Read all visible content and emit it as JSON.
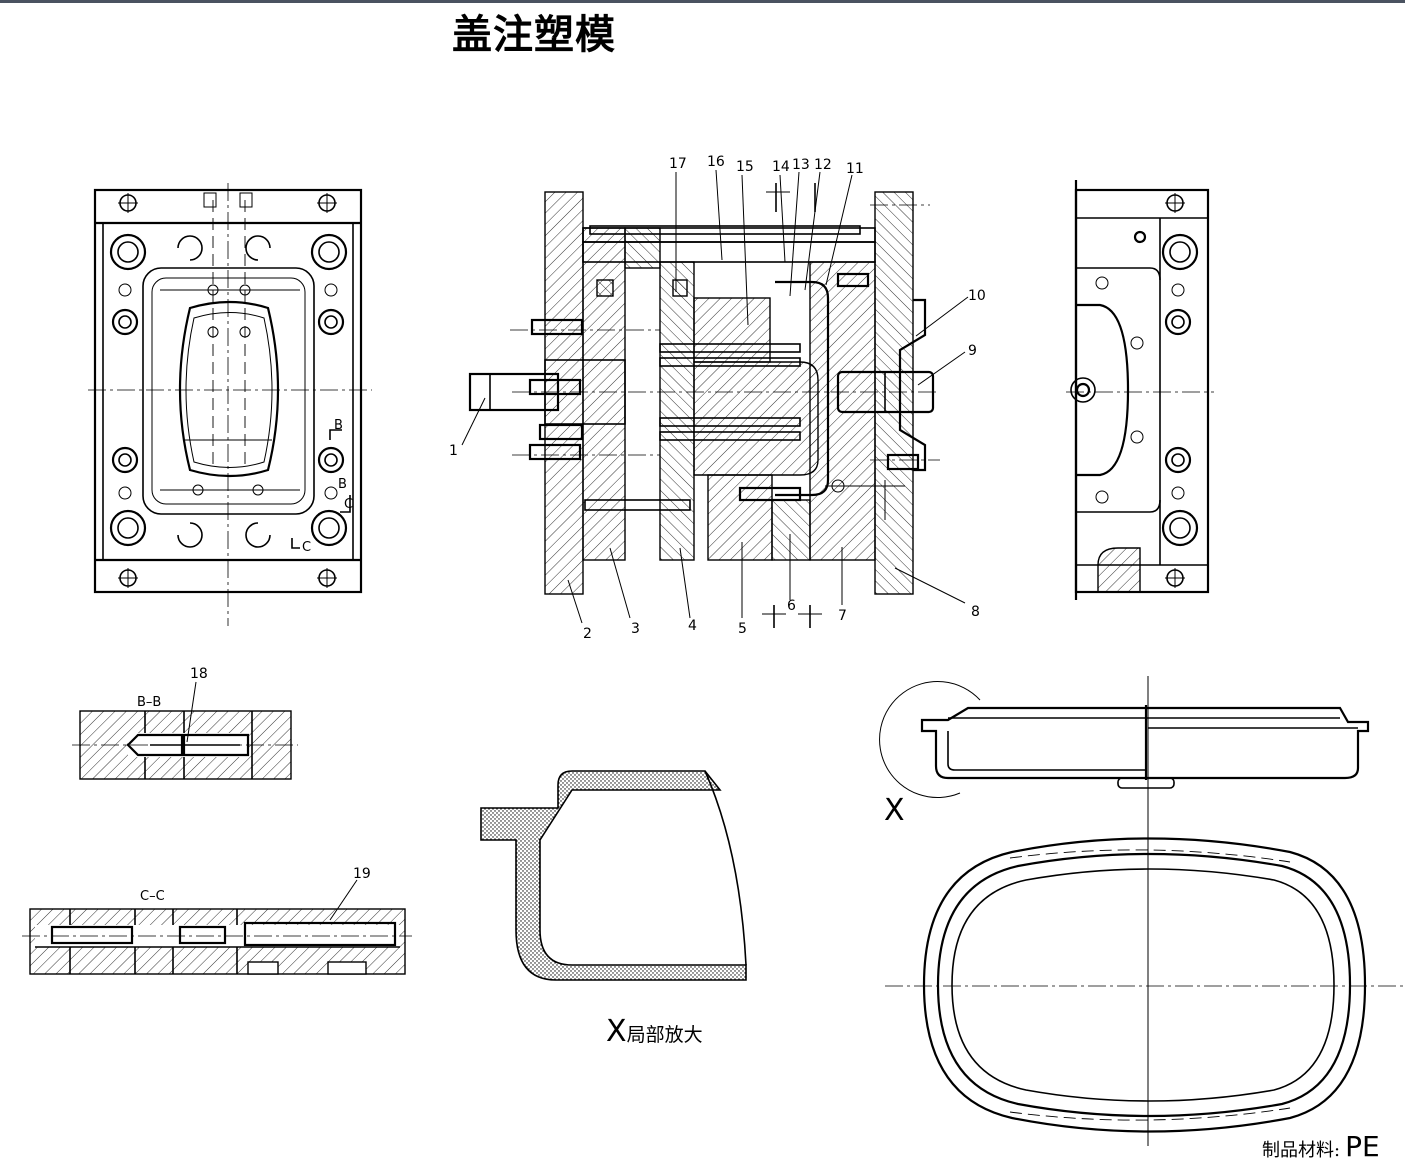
{
  "title": "盖注塑模",
  "part_numbers": [
    "1",
    "2",
    "3",
    "4",
    "5",
    "6",
    "7",
    "8",
    "9",
    "10",
    "11",
    "12",
    "13",
    "14",
    "15",
    "16",
    "17",
    "18",
    "19"
  ],
  "section_labels": {
    "bb": "B–B",
    "cc": "C–C",
    "b_mark": "B",
    "c_mark": "C"
  },
  "detail_mark": "X",
  "detail_caption": {
    "letter": "X",
    "text": "局部放大"
  },
  "material": {
    "label": "制品材料:",
    "value": "PE"
  }
}
